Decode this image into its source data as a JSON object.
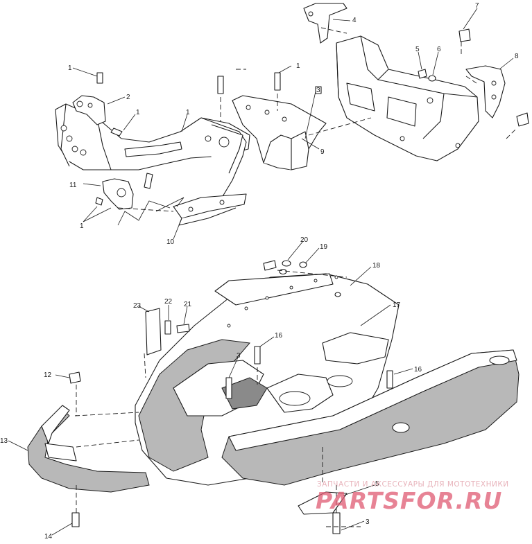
{
  "callouts": {
    "c1a": "1",
    "c1b": "1",
    "c1c": "1",
    "c1d": "1",
    "c1e": "1",
    "c2": "2",
    "c3a": "3",
    "c3b": "3",
    "c3c": "3",
    "c4": "4",
    "c5a": "5",
    "c5b": "5",
    "c6": "6",
    "c7": "7",
    "c8": "8",
    "c9": "9",
    "c10": "10",
    "c11": "11",
    "c12": "12",
    "c13": "13",
    "c14": "14",
    "c16a": "16",
    "c16b": "16",
    "c17": "17",
    "c18": "18",
    "c19": "19",
    "c20": "20",
    "c21": "21",
    "c22": "22",
    "c23": "23"
  },
  "watermark": {
    "tagline": "ЗАПЧАСТИ И АКСЕССУАРЫ ДЛЯ МОТОТЕХНИКИ",
    "logo": "PARTSFOR.RU"
  },
  "colors": {
    "line": "#1a1a1a",
    "shade": "#b8b8b8",
    "watermark": "#e05a72"
  }
}
